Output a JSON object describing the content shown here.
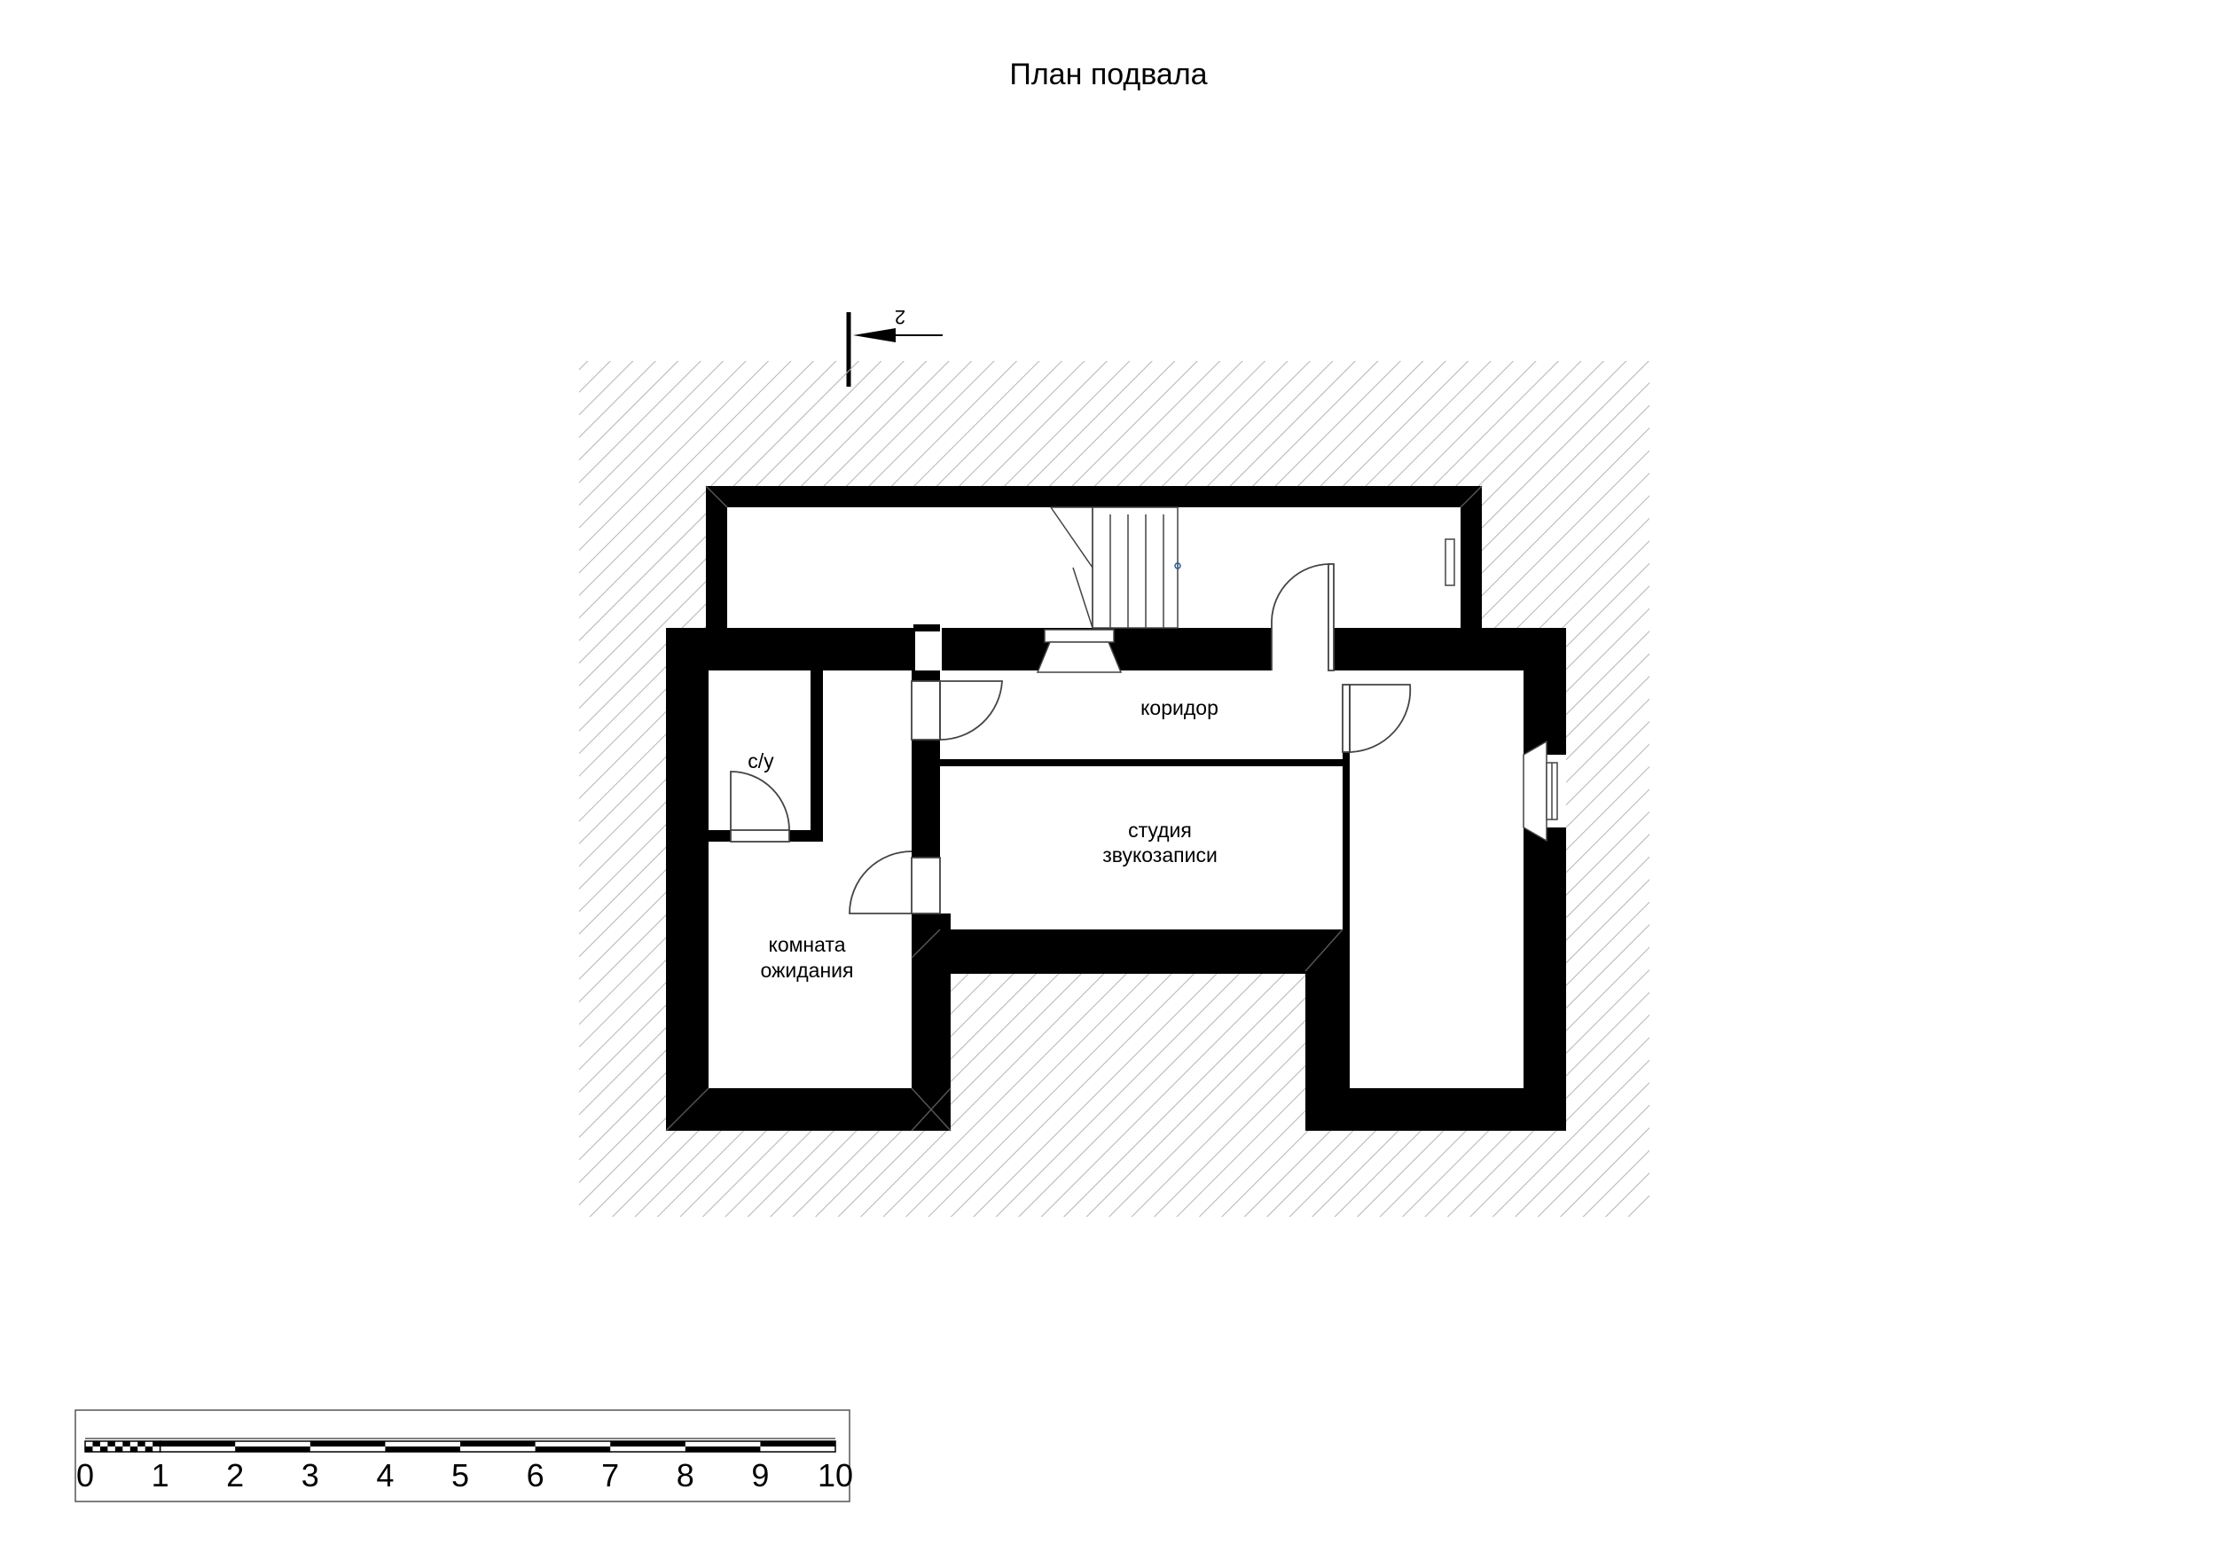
{
  "title": "План подвала",
  "section_mark": "2",
  "rooms": {
    "corridor": "коридор",
    "studio_line1": "студия",
    "studio_line2": "звукозаписи",
    "bathroom": "с/у",
    "waiting_line1": "комната",
    "waiting_line2": "ожидания"
  },
  "scale_bar": {
    "labels": [
      "0",
      "1",
      "2",
      "3",
      "4",
      "5",
      "6",
      "7",
      "8",
      "9",
      "10"
    ]
  },
  "colors": {
    "wall": "#000000",
    "hatch": "#b4b4b4",
    "background": "#ffffff"
  }
}
